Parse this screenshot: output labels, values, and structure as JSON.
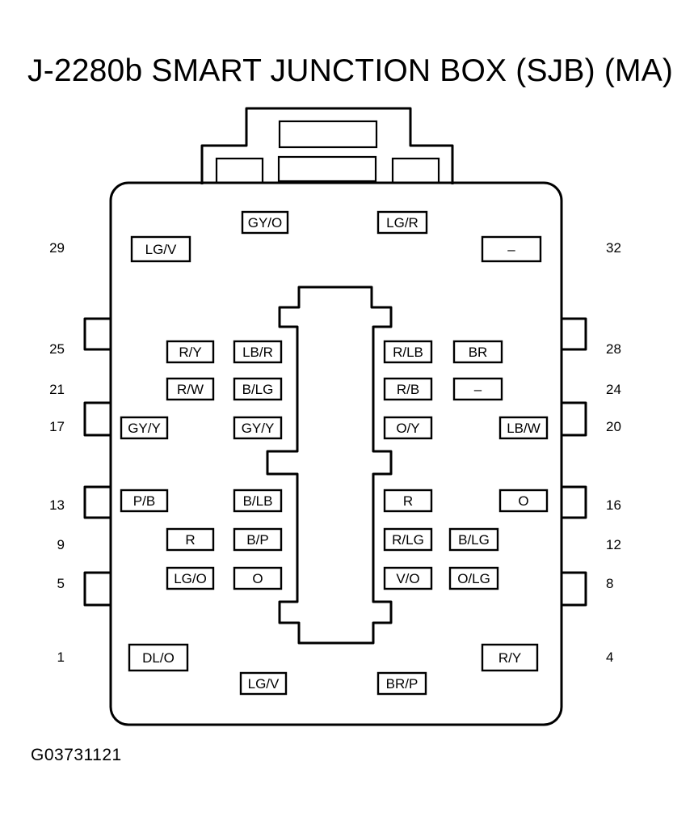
{
  "title": "J-2280b SMART JUNCTION BOX (SJB) (MA)",
  "figure_id": "G03731121",
  "terminals": [
    {
      "id": "t1",
      "label": "GY/O"
    },
    {
      "id": "t2",
      "label": "LG/R"
    },
    {
      "id": "t3",
      "label": "LG/V"
    },
    {
      "id": "t4",
      "label": "–"
    },
    {
      "id": "t5",
      "label": "R/Y"
    },
    {
      "id": "t6",
      "label": "LB/R"
    },
    {
      "id": "t7",
      "label": "R/LB"
    },
    {
      "id": "t8",
      "label": "BR"
    },
    {
      "id": "t9",
      "label": "R/W"
    },
    {
      "id": "t10",
      "label": "B/LG"
    },
    {
      "id": "t11",
      "label": "R/B"
    },
    {
      "id": "t12",
      "label": "–"
    },
    {
      "id": "t13",
      "label": "GY/Y"
    },
    {
      "id": "t14",
      "label": "GY/Y"
    },
    {
      "id": "t15",
      "label": "O/Y"
    },
    {
      "id": "t16",
      "label": "LB/W"
    },
    {
      "id": "t17",
      "label": "P/B"
    },
    {
      "id": "t18",
      "label": "B/LB"
    },
    {
      "id": "t19",
      "label": "R"
    },
    {
      "id": "t20",
      "label": "O"
    },
    {
      "id": "t21",
      "label": "R"
    },
    {
      "id": "t22",
      "label": "B/P"
    },
    {
      "id": "t23",
      "label": "R/LG"
    },
    {
      "id": "t24",
      "label": "B/LG"
    },
    {
      "id": "t25",
      "label": "LG/O"
    },
    {
      "id": "t26",
      "label": "O"
    },
    {
      "id": "t27",
      "label": "V/O"
    },
    {
      "id": "t28",
      "label": "O/LG"
    },
    {
      "id": "t29",
      "label": "DL/O"
    },
    {
      "id": "t30",
      "label": "R/Y"
    },
    {
      "id": "t31",
      "label": "LG/V"
    },
    {
      "id": "t32",
      "label": "BR/P"
    }
  ],
  "pin_numbers": {
    "left": [
      "29",
      "25",
      "21",
      "17",
      "13",
      "9",
      "5",
      "1"
    ],
    "right": [
      "32",
      "28",
      "24",
      "20",
      "16",
      "12",
      "8",
      "4"
    ]
  }
}
